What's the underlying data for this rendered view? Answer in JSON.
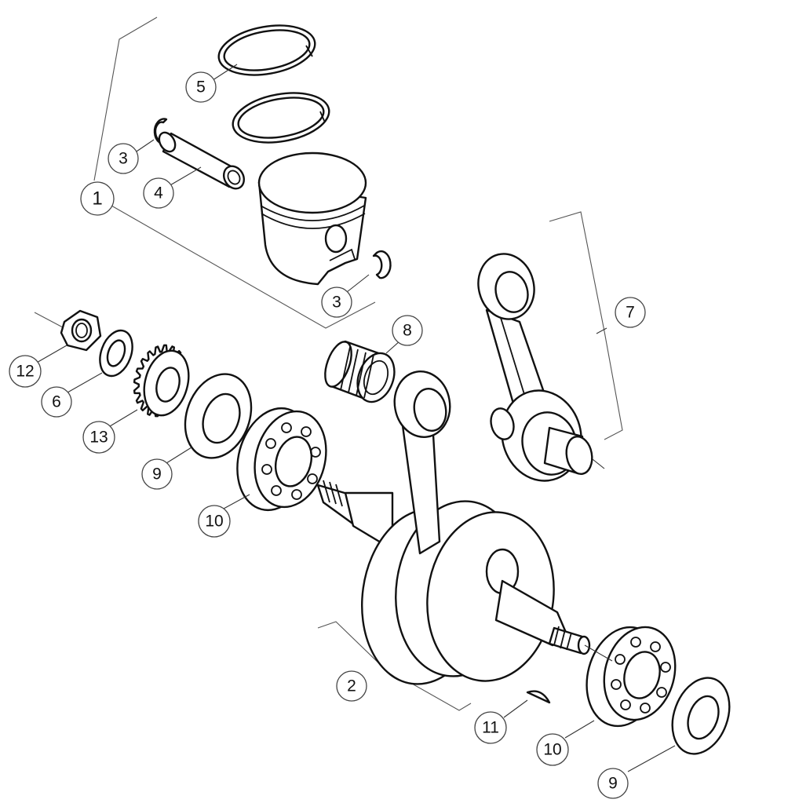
{
  "colors": {
    "line": "#111111",
    "background": "#ffffff",
    "callout_border": "#444444"
  },
  "callouts": [
    {
      "id": "c1",
      "label": "1"
    },
    {
      "id": "c2",
      "label": "2"
    },
    {
      "id": "c3a",
      "label": "3"
    },
    {
      "id": "c3b",
      "label": "3"
    },
    {
      "id": "c4",
      "label": "4"
    },
    {
      "id": "c5",
      "label": "5"
    },
    {
      "id": "c6",
      "label": "6"
    },
    {
      "id": "c7",
      "label": "7"
    },
    {
      "id": "c8",
      "label": "8"
    },
    {
      "id": "c9a",
      "label": "9"
    },
    {
      "id": "c9b",
      "label": "9"
    },
    {
      "id": "c10a",
      "label": "10"
    },
    {
      "id": "c10b",
      "label": "10"
    },
    {
      "id": "c11",
      "label": "11"
    },
    {
      "id": "c12",
      "label": "12"
    },
    {
      "id": "c13",
      "label": "13"
    }
  ]
}
